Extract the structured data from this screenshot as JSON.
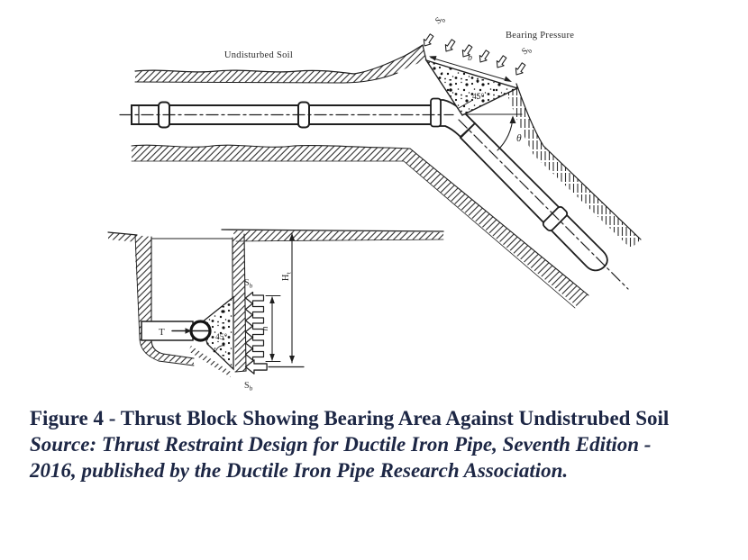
{
  "labels": {
    "undisturbed_soil": "Undisturbed Soil",
    "bearing_pressure": "Bearing Pressure",
    "sb_main": "S",
    "sb_sub": "b",
    "b_dim": "b",
    "angle_45": "45°",
    "theta": "θ",
    "thrust": "T",
    "h_dim": "h",
    "ht_main": "H",
    "ht_sub": "t"
  },
  "caption": {
    "line1": "Figure 4 - Thrust Block Showing Bearing Area Against Undistrubed Soil",
    "line2": "Source: Thrust Restraint Design for Ductile Iron Pipe, Seventh Edition -",
    "line3": "2016, published by the Ductile Iron Pipe Research Association."
  },
  "colors": {
    "ink": "#1f1f1f",
    "caption_text": "#1d2745",
    "background": "#ffffff"
  }
}
